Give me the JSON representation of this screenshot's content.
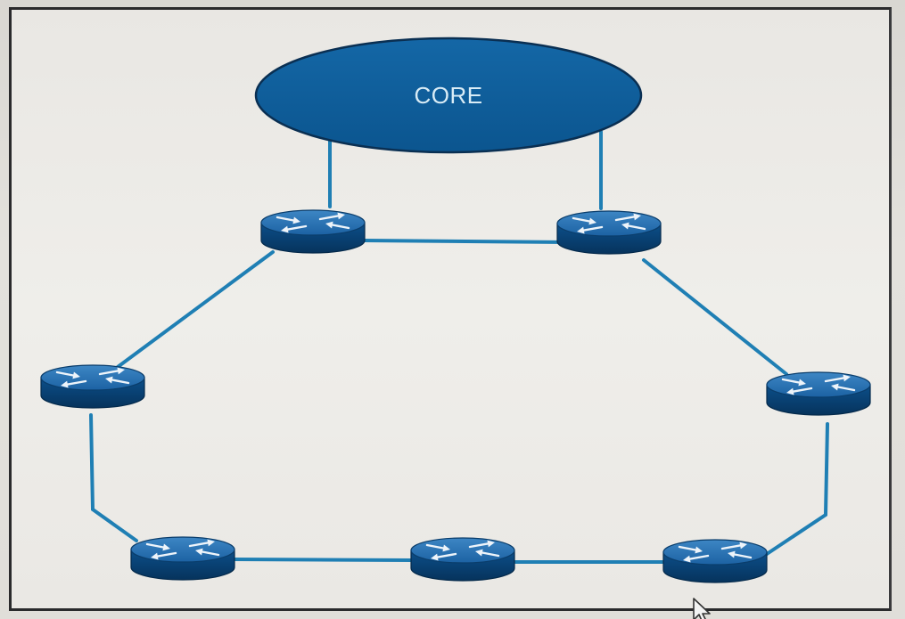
{
  "diagram": {
    "core": {
      "label": "CORE"
    },
    "nodes": [
      {
        "id": "r1",
        "role": "router"
      },
      {
        "id": "r2",
        "role": "router"
      },
      {
        "id": "r3",
        "role": "router"
      },
      {
        "id": "r4",
        "role": "router"
      },
      {
        "id": "r5",
        "role": "router"
      },
      {
        "id": "r6",
        "role": "router"
      },
      {
        "id": "r7",
        "role": "router"
      }
    ],
    "links": [
      {
        "from": "core",
        "to": "r1"
      },
      {
        "from": "core",
        "to": "r2"
      },
      {
        "from": "r1",
        "to": "r2"
      },
      {
        "from": "r1",
        "to": "r3"
      },
      {
        "from": "r2",
        "to": "r4"
      },
      {
        "from": "r3",
        "to": "r5"
      },
      {
        "from": "r5",
        "to": "r6"
      },
      {
        "from": "r6",
        "to": "r7"
      },
      {
        "from": "r7",
        "to": "r4"
      }
    ],
    "colors": {
      "node_fill": "#0d5a96",
      "node_dark": "#073e6e",
      "link": "#1f7fb4"
    },
    "icons": {
      "router": "router-icon",
      "cloud": "core-cloud-icon",
      "pointer": "mouse-cursor-icon"
    }
  }
}
